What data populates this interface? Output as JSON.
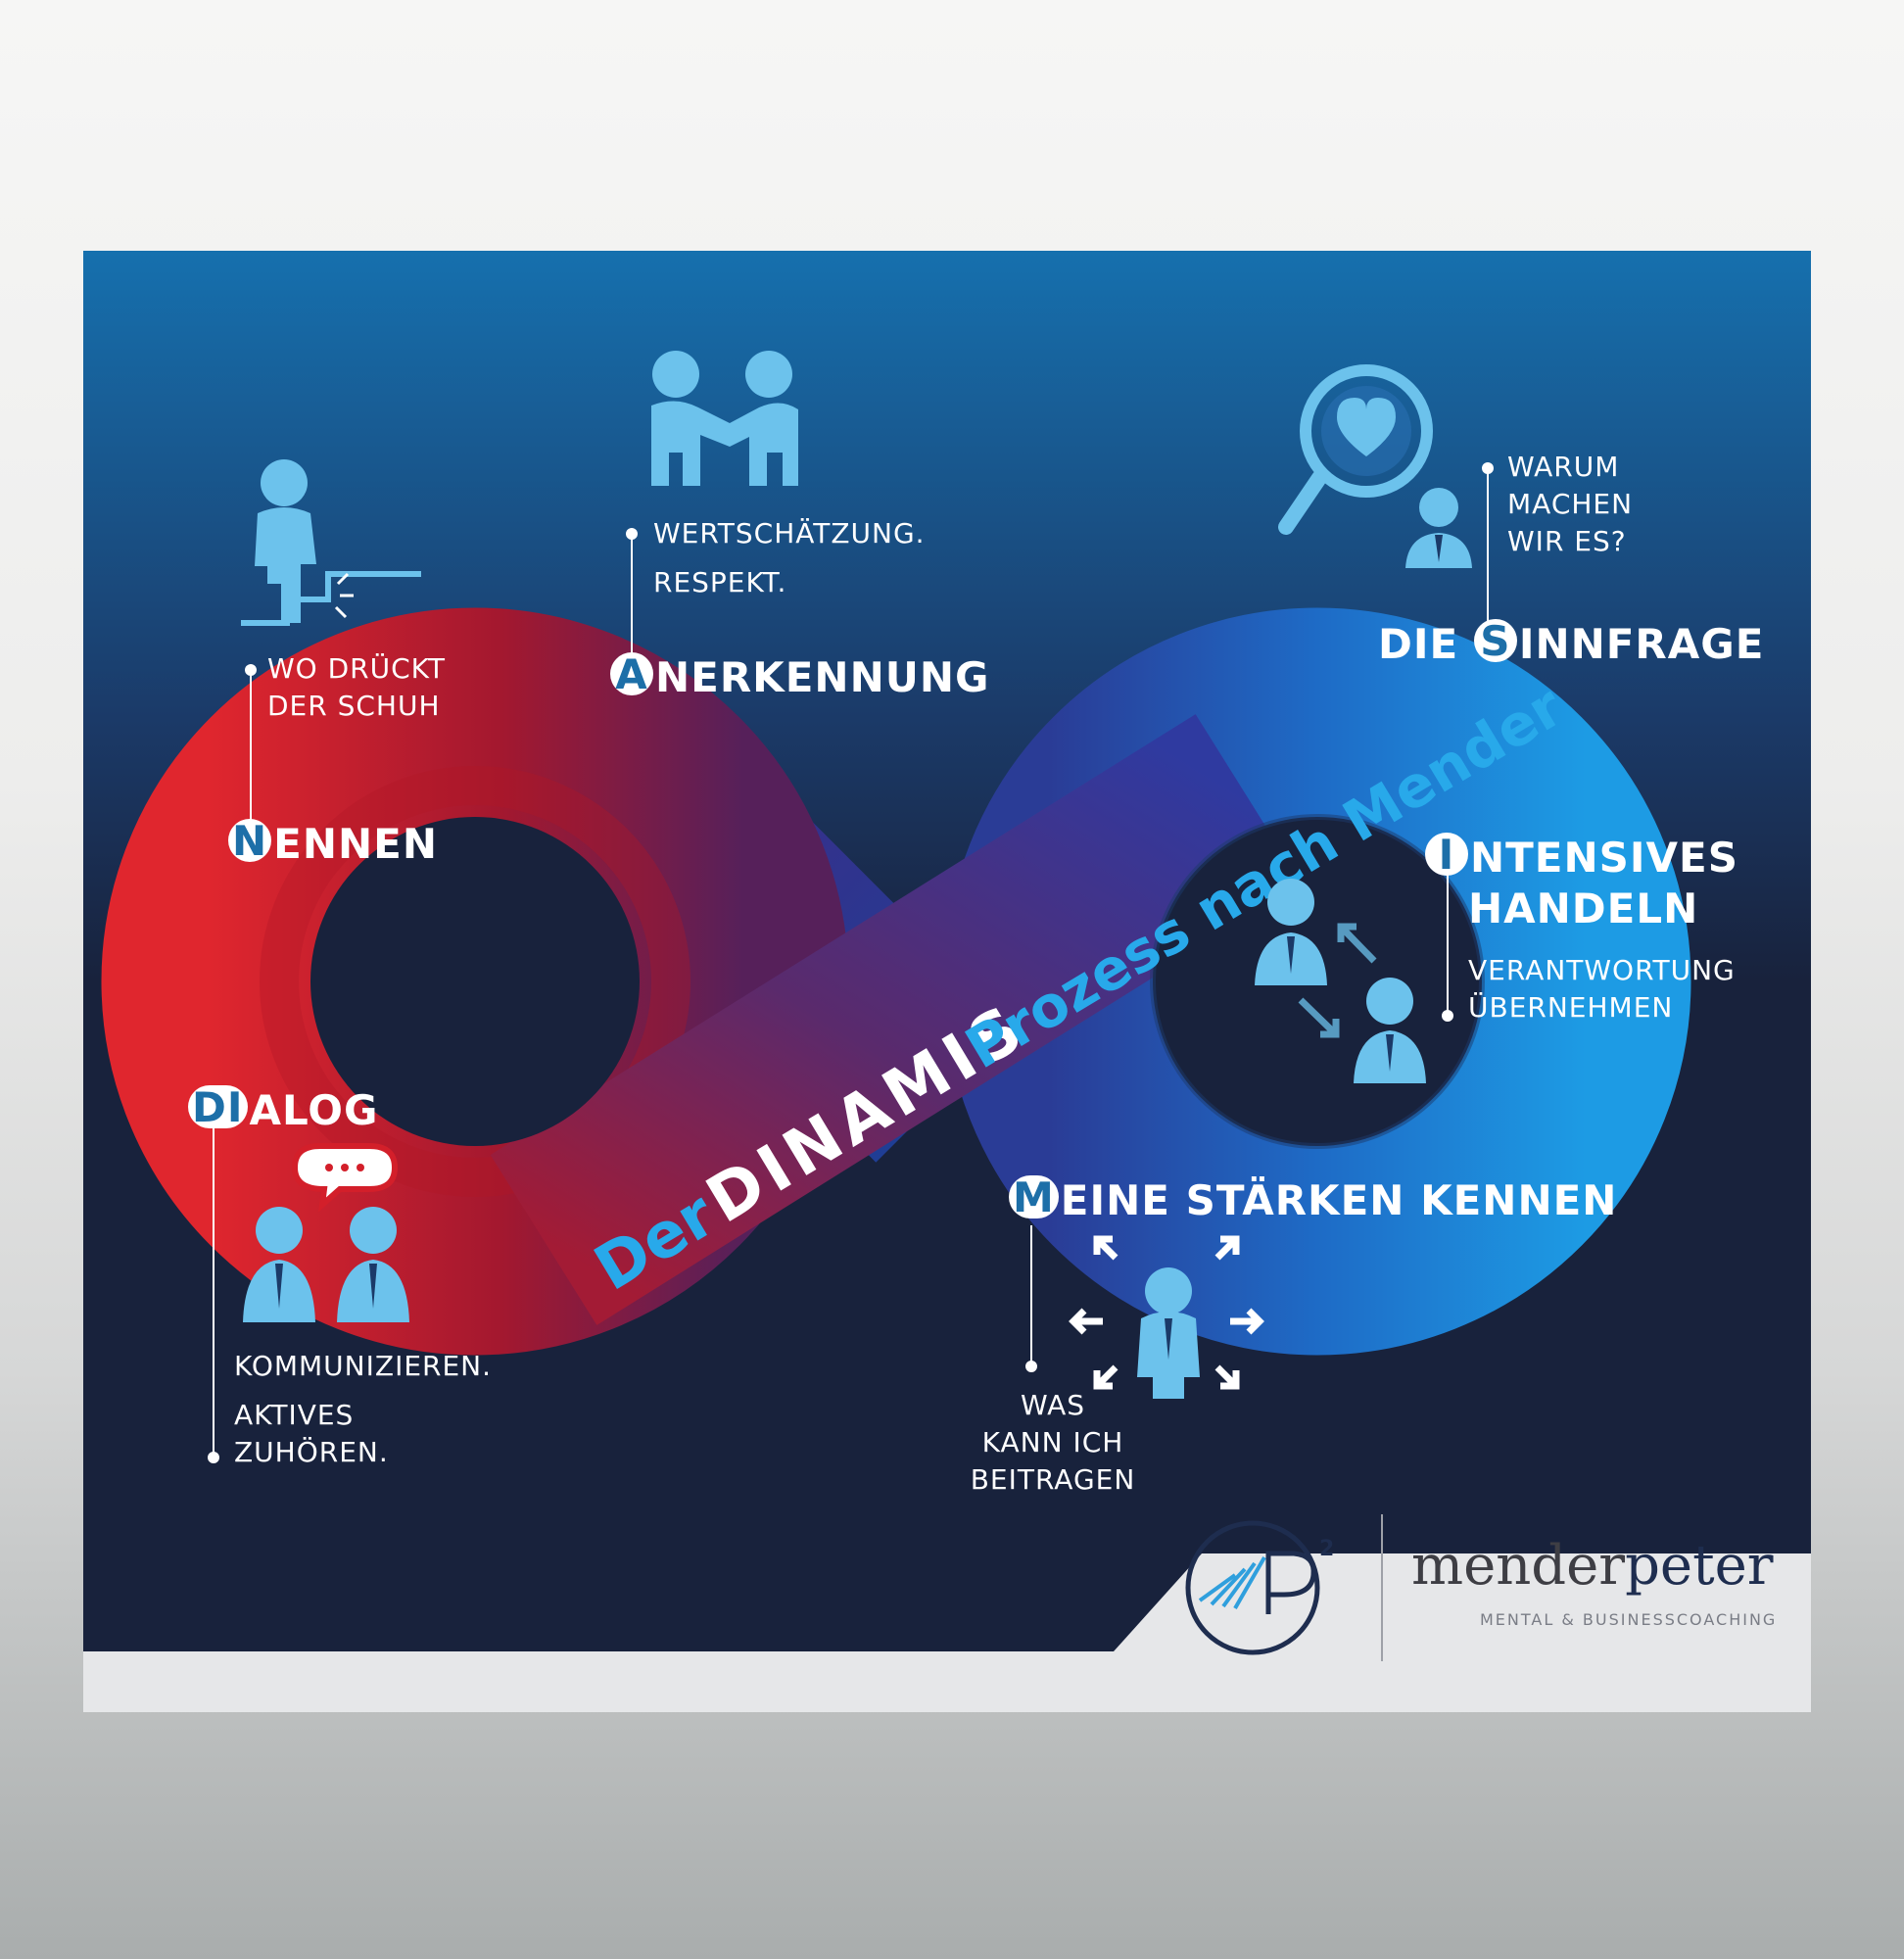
{
  "title": {
    "der": "Der",
    "dinamis": "DINAMIS",
    "prozess": "Prozess nach Mender"
  },
  "steps": {
    "nennen": {
      "initial": "N",
      "rest": "ENNEN",
      "sub": [
        "WO DRÜCKT",
        "DER SCHUH"
      ],
      "icon": "person-climbing-stairs-icon"
    },
    "anerkennung": {
      "initial": "A",
      "rest": "NERKENNUNG",
      "sub": [
        "WERTSCHÄTZUNG.",
        "RESPEKT."
      ],
      "icon": "handshake-icon"
    },
    "sinnfrage": {
      "pre": "DIE ",
      "initial": "S",
      "rest": "INNFRAGE",
      "sub": [
        "WARUM",
        "MACHEN",
        "WIR ES?"
      ],
      "icon": "magnifier-heart-icon"
    },
    "intensives": {
      "initial": "I",
      "rest": "NTENSIVES",
      "line2": "HANDELN",
      "sub": [
        "VERANTWORTUNG",
        "ÜBERNEHMEN"
      ],
      "icon": "people-exchange-icon"
    },
    "meine": {
      "initial": "M",
      "rest": "EINE STÄRKEN KENNEN",
      "sub": [
        "WAS",
        "KANN ICH",
        "BEITRAGEN"
      ],
      "icon": "person-arrows-icon"
    },
    "dialog": {
      "initial": "DI",
      "rest": "ALOG",
      "sub": [
        "KOMMUNIZIEREN.",
        "AKTIVES",
        "ZUHÖREN."
      ],
      "icon": "speech-bubble-people-icon"
    }
  },
  "brand": {
    "name_part1": "mender",
    "name_part2": "peter",
    "tagline": "MENTAL & BUSINESSCOACHING",
    "logo": "mp2-logo",
    "logo_text": "MP2"
  },
  "colors": {
    "bg_top": "#1670ae",
    "bg_bottom": "#18223c",
    "red": "#d31f2a",
    "blue": "#1a8fe0",
    "icon": "#6cc2ec",
    "accent_text": "#28a9ea"
  }
}
